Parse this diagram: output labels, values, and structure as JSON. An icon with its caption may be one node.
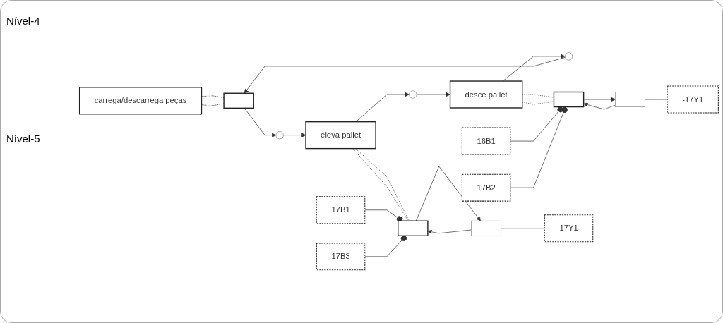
{
  "diagram": {
    "nodes": [
      {
        "text": [
          "carrega/descarrega peças"
        ]
      },
      {
        "text": [],
        "shape": "box"
      },
      {
        "text": [],
        "shape": "circle"
      },
      {
        "text": [
          "eleva pallet"
        ]
      },
      {
        "text": [],
        "shape": "circle"
      },
      {
        "text": [
          "desce pallet"
        ]
      },
      {
        "text": [],
        "shape": "circle"
      },
      {
        "text": [],
        "shape": "box"
      },
      {
        "text": [],
        "shape": "box"
      },
      {
        "text": [
          "17B1"
        ]
      },
      {
        "text": [
          "17B3"
        ]
      },
      {
        "text": [
          "17Y1"
        ]
      },
      {
        "text": [],
        "shape": "box"
      },
      {
        "text": [],
        "shape": "box"
      },
      {
        "text": [
          "16B1"
        ]
      },
      {
        "text": [
          "17B2"
        ]
      },
      {
        "text": [
          "-17Y1"
        ]
      }
    ],
    "edges": [
      {
        "from": 0,
        "to": 1,
        "arrow": "none",
        "style": "dashed"
      },
      {
        "from": 0,
        "to": 1,
        "arrow": "none",
        "style": "dashed"
      },
      {
        "from": 1,
        "to": 2,
        "arrow": "to"
      },
      {
        "from": 2,
        "to": 3,
        "arrow": "to"
      },
      {
        "from": 3,
        "to": 4,
        "arrow": "to"
      },
      {
        "from": 4,
        "to": 5,
        "arrow": "to"
      },
      {
        "from": 5,
        "to": 6,
        "arrow": "to"
      },
      {
        "from": 6,
        "to": 1,
        "arrow": "to"
      },
      {
        "from": 3,
        "to": 7,
        "arrow": "none",
        "style": "dashed"
      },
      {
        "from": 3,
        "to": 7,
        "arrow": "none",
        "style": "dashed"
      },
      {
        "from": 9,
        "to": 7,
        "arrow": "other"
      },
      {
        "from": 10,
        "to": 7,
        "arrow": "other"
      },
      {
        "from": 7,
        "to": 8,
        "arrow": "to"
      },
      {
        "from": 8,
        "to": 7,
        "arrow": "to"
      },
      {
        "from": 8,
        "to": 11,
        "arrow": "none"
      },
      {
        "from": 5,
        "to": 12,
        "arrow": "none",
        "style": "dashed"
      },
      {
        "from": 5,
        "to": 12,
        "arrow": "none",
        "style": "dashed"
      },
      {
        "from": 14,
        "to": 12,
        "arrow": "other"
      },
      {
        "from": 15,
        "to": 12,
        "arrow": "other"
      },
      {
        "from": 12,
        "to": 13,
        "arrow": "to"
      },
      {
        "from": 13,
        "to": 12,
        "arrow": "to"
      },
      {
        "from": 13,
        "to": 16,
        "arrow": "none"
      }
    ],
    "labels": [
      "Nível-4",
      "Nível-5"
    ]
  }
}
